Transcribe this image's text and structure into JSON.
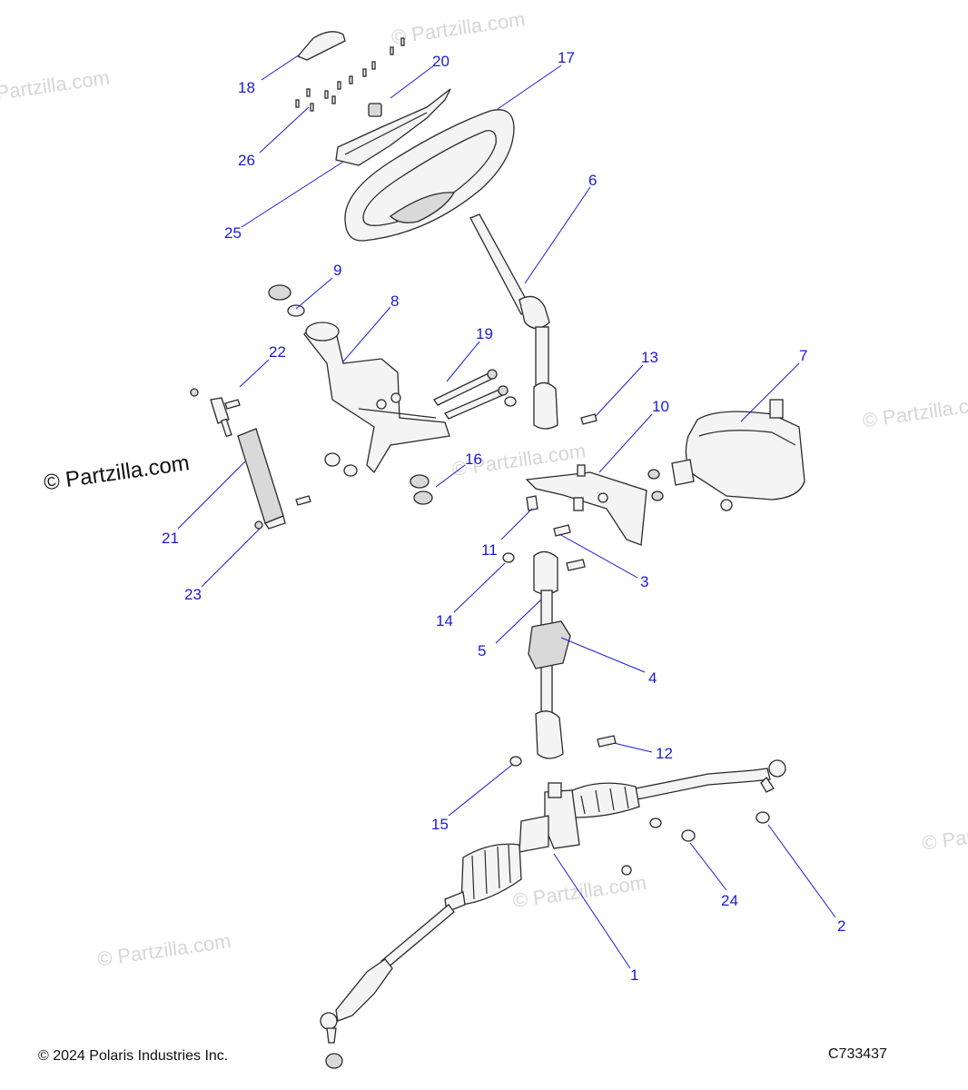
{
  "watermark": {
    "main": "© Partzilla.com",
    "faint": "© Partzilla.com"
  },
  "footer": {
    "copyright": "© 2024 Polaris Industries Inc.",
    "drawing_number": "C733437"
  },
  "callouts": [
    "1",
    "2",
    "3",
    "4",
    "5",
    "6",
    "7",
    "8",
    "9",
    "10",
    "11",
    "12",
    "13",
    "14",
    "15",
    "16",
    "17",
    "18",
    "19",
    "20",
    "21",
    "22",
    "23",
    "24",
    "25",
    "26"
  ]
}
